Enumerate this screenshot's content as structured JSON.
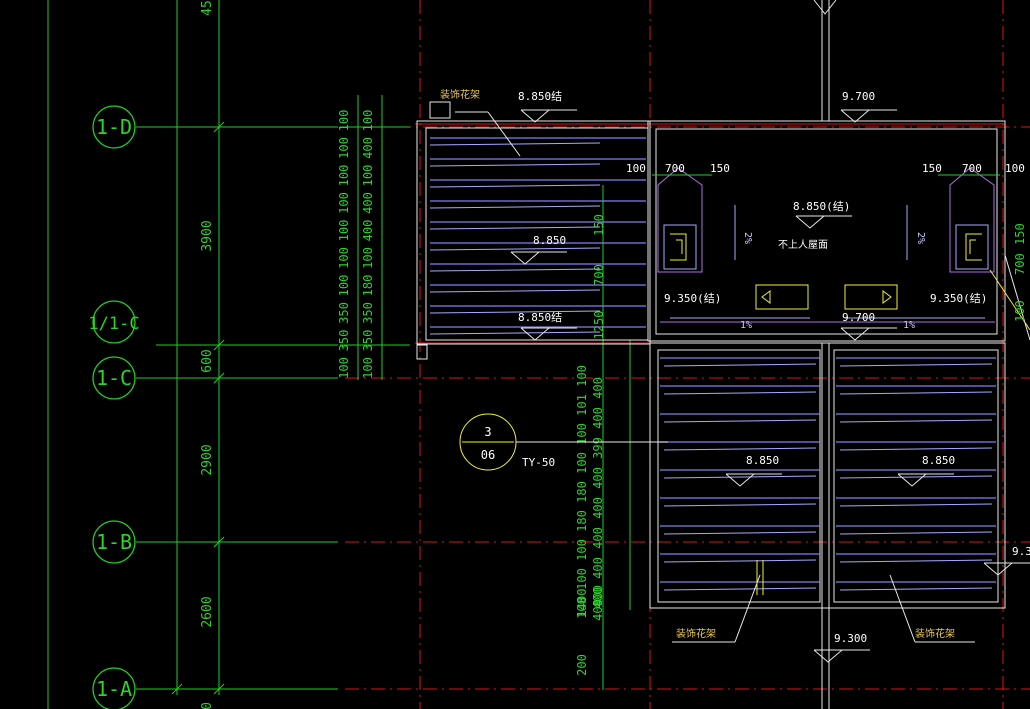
{
  "axes": [
    {
      "label": "1-D"
    },
    {
      "label": "1/1-C"
    },
    {
      "label": "1-C"
    },
    {
      "label": "1-B"
    },
    {
      "label": "1-A"
    }
  ],
  "left_dims": {
    "top_partial": "45",
    "d_to_c11": "3900",
    "c11_to_c": "600",
    "c_to_b": "2900",
    "b_to_a": "2600",
    "bottom_partial": "0"
  },
  "mid_dims_top": [
    "100",
    "350",
    "350",
    "100",
    "100",
    "100",
    "100",
    "100",
    "100",
    "100"
  ],
  "mid_dims_top_r": [
    "100",
    "350",
    "350",
    "180",
    "100",
    "400",
    "400",
    "100",
    "400",
    "100"
  ],
  "mid_dims_col": [
    "1250",
    "700",
    "150"
  ],
  "mid_dims_lower": [
    "100",
    "100",
    "100",
    "180",
    "180",
    "100",
    "100",
    "101",
    "100"
  ],
  "mid_dims_lower_r": [
    "400",
    "400",
    "400",
    "400",
    "400",
    "399",
    "400",
    "400"
  ],
  "mid_dims_bottom": [
    "200",
    "1400"
  ],
  "mid_dims_bottom_r": [
    "400",
    "400"
  ],
  "right_dims_left": {
    "a": "100",
    "b": "700",
    "c": "150"
  },
  "right_dims_right": {
    "a": "150",
    "b": "700",
    "c": "100"
  },
  "right_edge_dims": [
    "100",
    "700",
    "150"
  ],
  "elevations": {
    "top_left": "8.850结",
    "top_right": "9.700",
    "center": "8.850(结)",
    "left_mid": "8.850",
    "left_bottom": "8.850结",
    "mid_bottom": "9.700",
    "left_lower": "9.350(结)",
    "right_lower": "9.350(结)",
    "lower_left": "8.850",
    "lower_right": "8.850",
    "bottom": "9.300",
    "right_edge": "9.3"
  },
  "labels": {
    "decor_top": "装饰花架",
    "decor_bottom_left": "装饰花架",
    "decor_bottom_right": "装饰花架",
    "no_access_roof": "不上人屋面",
    "slope_left": "2%",
    "slope_right": "2%",
    "slope_bottom_left": "1%",
    "slope_bottom_right": "1%",
    "detail_number": "3",
    "detail_sheet": "06",
    "tag": "TY-50"
  }
}
